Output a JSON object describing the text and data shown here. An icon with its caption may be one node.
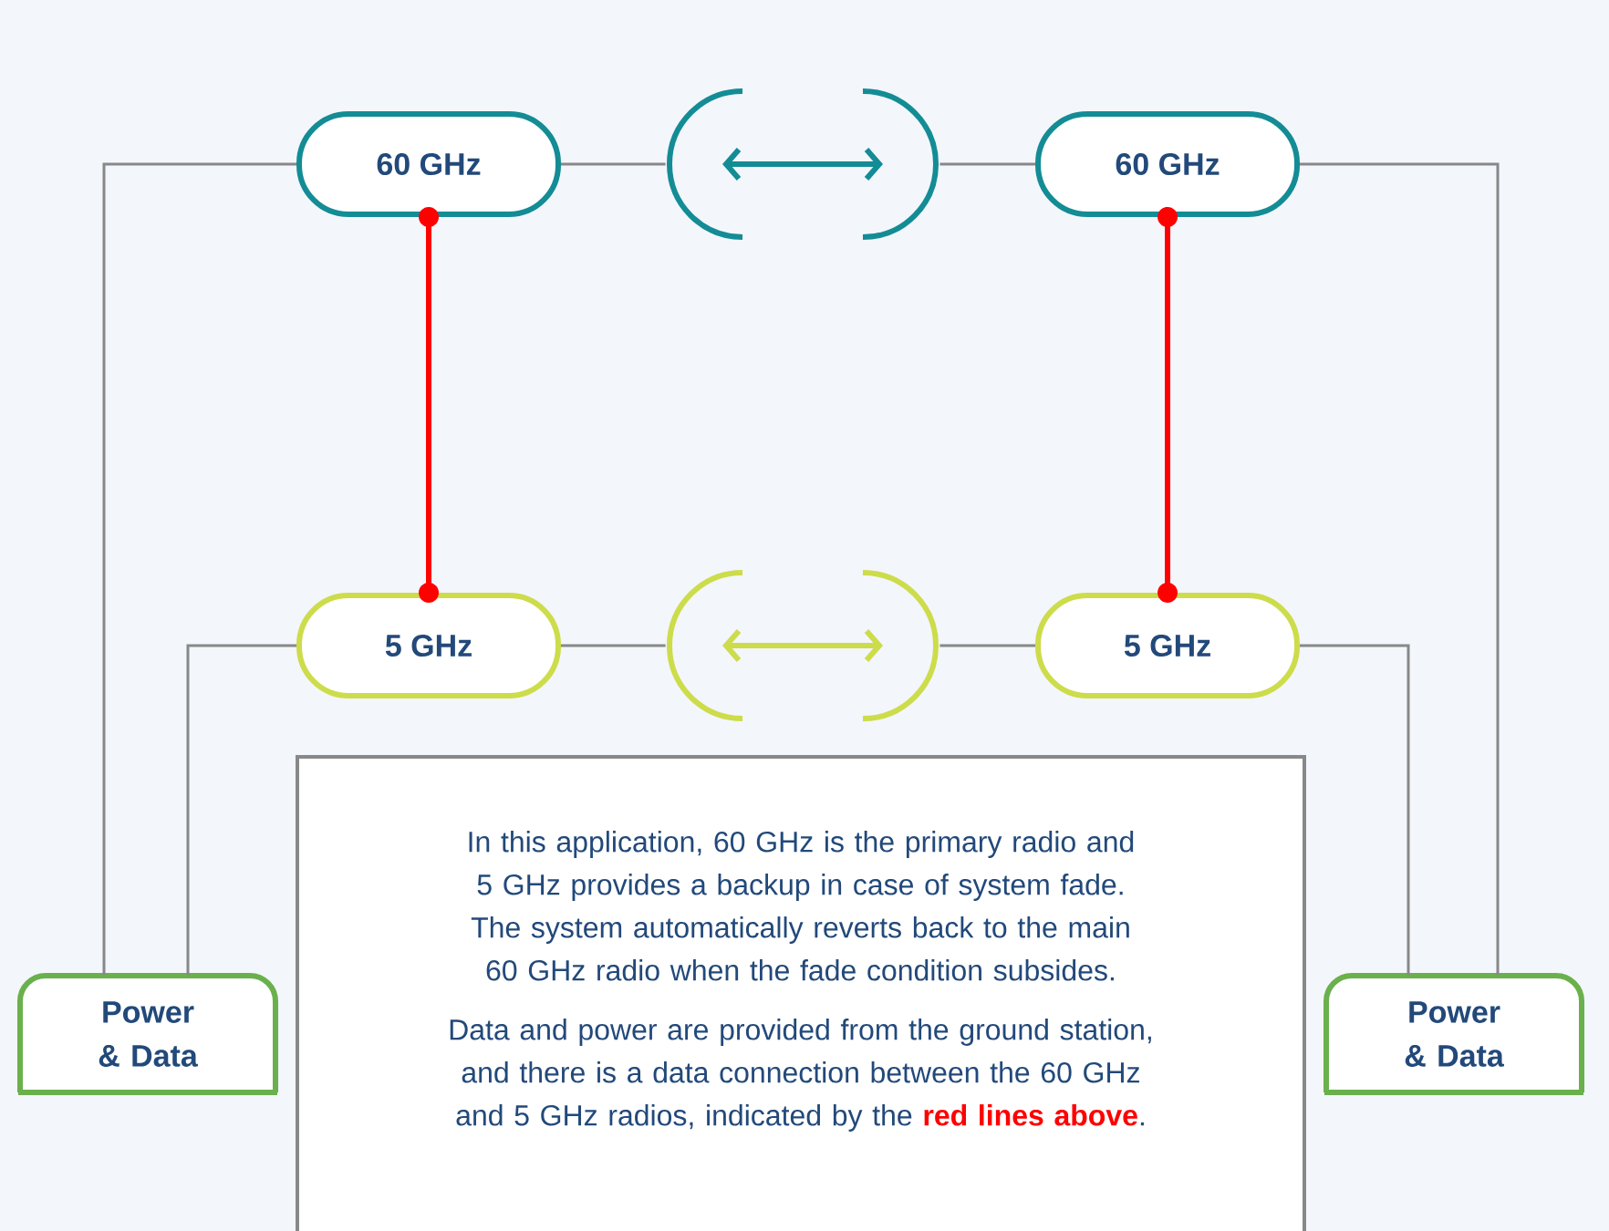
{
  "diagram": {
    "nodes": [
      {
        "text": [
          "60 GHz"
        ]
      },
      {
        "text": [],
        "shape": "picture"
      },
      {
        "text": [
          "60 GHz"
        ]
      },
      {
        "text": [
          "5 GHz"
        ]
      },
      {
        "text": [],
        "shape": "picture"
      },
      {
        "text": [
          "5 GHz"
        ]
      },
      {
        "text": [
          "Power & Data"
        ]
      },
      {
        "text": [
          "Power & Data"
        ]
      },
      {
        "text": [
          "In this application, 60 GHz is the primary radio and 5 GHz provides a backup in case of system fade. The system automatically reverts back to the main 60 GHz radio when the fade condition subsides.",
          "Data and power are provided from the ground station, and there is a data connection between the 60 GHz and 5 GHz radios, indicated by the **red lines above**."
        ]
      }
    ],
    "edges": [
      {
        "from": 0,
        "to": 1,
        "arrow": "none"
      },
      {
        "from": 1,
        "to": 2,
        "arrow": "none"
      },
      {
        "from": 3,
        "to": 4,
        "arrow": "none"
      },
      {
        "from": 4,
        "to": 5,
        "arrow": "none"
      },
      {
        "from": 0,
        "to": 3,
        "arrow": "other",
        "style": "thick",
        "color": "#ff0000"
      },
      {
        "from": 2,
        "to": 5,
        "arrow": "other",
        "style": "thick",
        "color": "#ff0000"
      },
      {
        "from": 0,
        "to": 6,
        "arrow": "none"
      },
      {
        "from": 3,
        "to": 6,
        "arrow": "none"
      },
      {
        "from": 2,
        "to": 7,
        "arrow": "none"
      },
      {
        "from": 5,
        "to": 7,
        "arrow": "none"
      }
    ]
  }
}
